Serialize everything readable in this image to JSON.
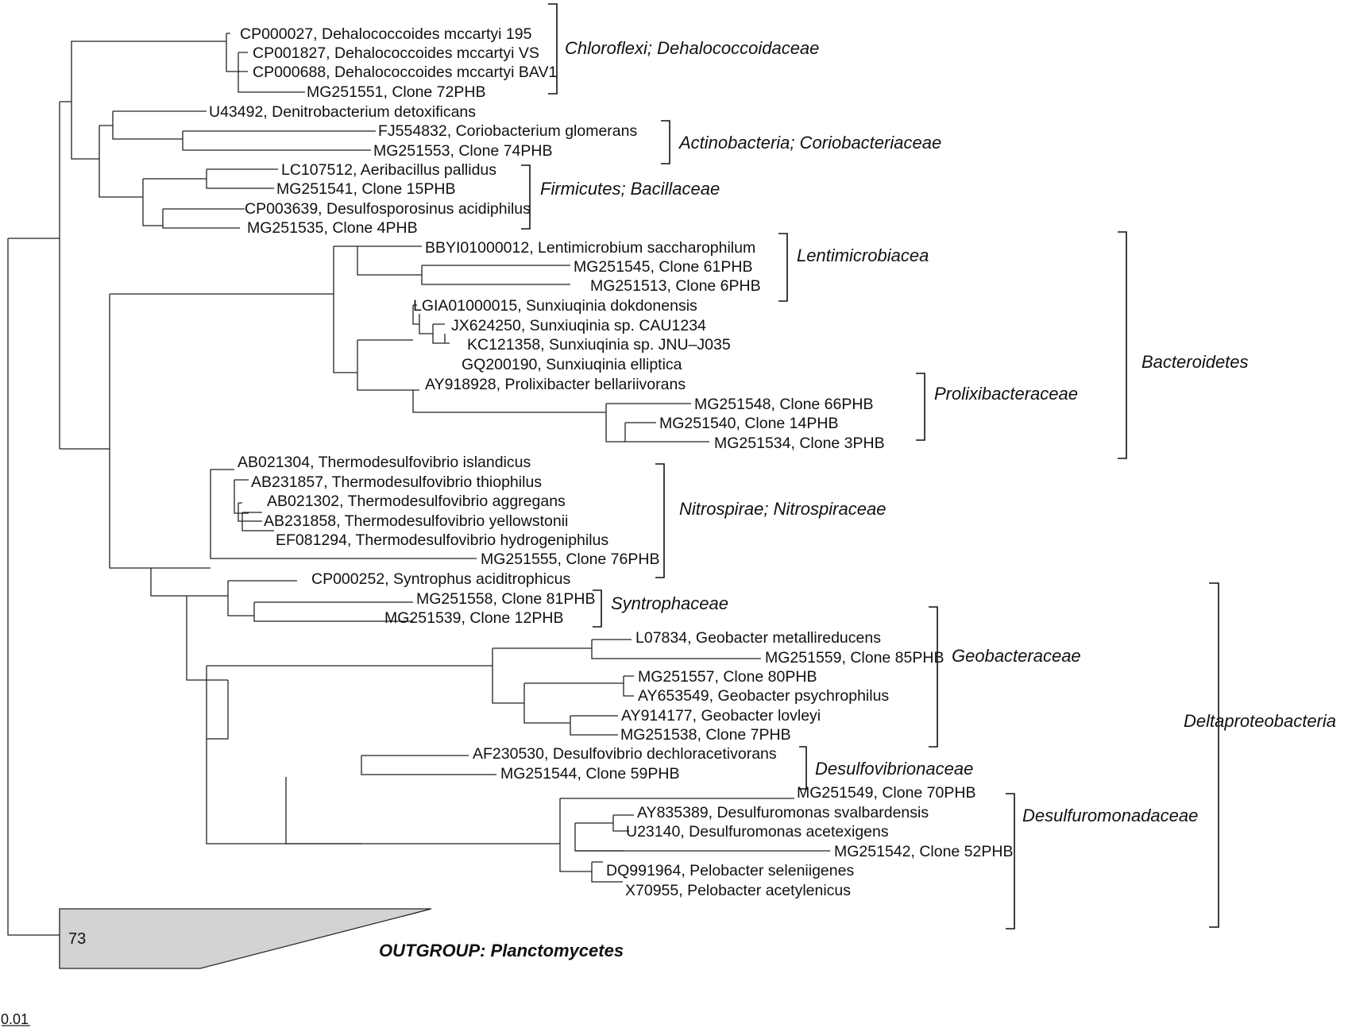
{
  "tips": [
    "CP000027, Dehalococcoides mccartyi 195",
    "CP001827, Dehalococcoides mccartyi VS",
    "CP000688, Dehalococcoides mccartyi BAV1",
    "MG251551, Clone 72PHB",
    "U43492, Denitrobacterium detoxificans",
    "FJ554832, Coriobacterium glomerans",
    "MG251553, Clone 74PHB",
    "LC107512, Aeribacillus pallidus",
    "MG251541, Clone 15PHB",
    "CP003639, Desulfosporosinus acidiphilus",
    "MG251535, Clone 4PHB",
    "BBYI01000012, Lentimicrobium saccharophilum",
    "MG251545, Clone 61PHB",
    "MG251513, Clone 6PHB",
    "LGIA01000015, Sunxiuqinia dokdonensis",
    "JX624250, Sunxiuqinia sp. CAU1234",
    "KC121358, Sunxiuqinia sp. JNU–J035",
    "GQ200190, Sunxiuqinia elliptica",
    "AY918928, Prolixibacter bellariivorans",
    "MG251548, Clone 66PHB",
    "MG251540, Clone 14PHB",
    "MG251534, Clone 3PHB",
    "AB021304, Thermodesulfovibrio islandicus",
    "AB231857, Thermodesulfovibrio thiophilus",
    "AB021302, Thermodesulfovibrio aggregans",
    "AB231858, Thermodesulfovibrio yellowstonii",
    "EF081294, Thermodesulfovibrio hydrogeniphilus",
    "MG251555, Clone 76PHB",
    "CP000252, Syntrophus aciditrophicus",
    "MG251558, Clone 81PHB",
    "MG251539, Clone 12PHB",
    "L07834, Geobacter metallireducens",
    "MG251559, Clone 85PHB",
    "MG251557, Clone 80PHB",
    "AY653549, Geobacter psychrophilus",
    "AY914177, Geobacter lovleyi",
    "MG251538, Clone 7PHB",
    "AF230530, Desulfovibrio dechloracetivorans",
    "MG251544, Clone 59PHB",
    "MG251549, Clone 70PHB",
    "AY835389, Desulfuromonas svalbardensis",
    "U23140, Desulfuromonas acetexigens",
    "MG251542, Clone 52PHB",
    "DQ991964, Pelobacter seleniigenes",
    "X70955, Pelobacter acetylenicus"
  ],
  "clades": [
    "Chloroflexi; Dehalococcoidaceae",
    "Actinobacteria; Coriobacteriaceae",
    "Firmicutes; Bacillaceae",
    "Lentimicrobiacea",
    "Prolixibacteraceae",
    "Bacteroidetes",
    "Nitrospirae; Nitrospiraceae",
    "Syntrophaceae",
    "Geobacteraceae",
    "Deltaproteobacteria",
    "Desulfovibrionaceae",
    "Desulfuromonadaceae"
  ],
  "outgroup": {
    "label": "OUTGROUP: Planctomycetes",
    "bootstrap": "73"
  },
  "scale_bar": "0.01"
}
